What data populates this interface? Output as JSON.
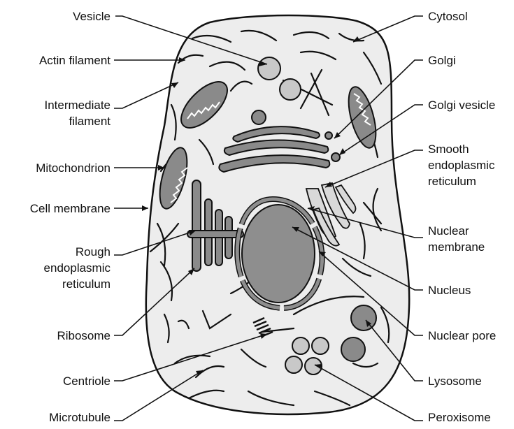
{
  "diagram": {
    "labels_left": {
      "vesicle": "Vesicle",
      "actin_filament": "Actin filament",
      "intermediate_filament": "Intermediate\nfilament",
      "mitochondrion": "Mitochondrion",
      "cell_membrane": "Cell membrane",
      "rough_er": "Rough\nendoplasmic\nreticulum",
      "ribosome": "Ribosome",
      "centriole": "Centriole",
      "microtubule": "Microtubule"
    },
    "labels_right": {
      "cytosol": "Cytosol",
      "golgi": "Golgi",
      "golgi_vesicle": "Golgi vesicle",
      "smooth_er": "Smooth\nendoplasmic\nreticulum",
      "nuclear_membrane": "Nuclear\nmembrane",
      "nucleus": "Nucleus",
      "nuclear_pore": "Nuclear pore",
      "lysosome": "Lysosome",
      "peroxisome": "Peroxisome"
    },
    "colors": {
      "cytoplasm": "#ededed",
      "organelle": "#8a8a8a",
      "nucleus": "#8e8e8e",
      "light_organelle": "#c8c8c8",
      "smooth_er": "#d9d9d9",
      "outline": "#111111"
    }
  }
}
